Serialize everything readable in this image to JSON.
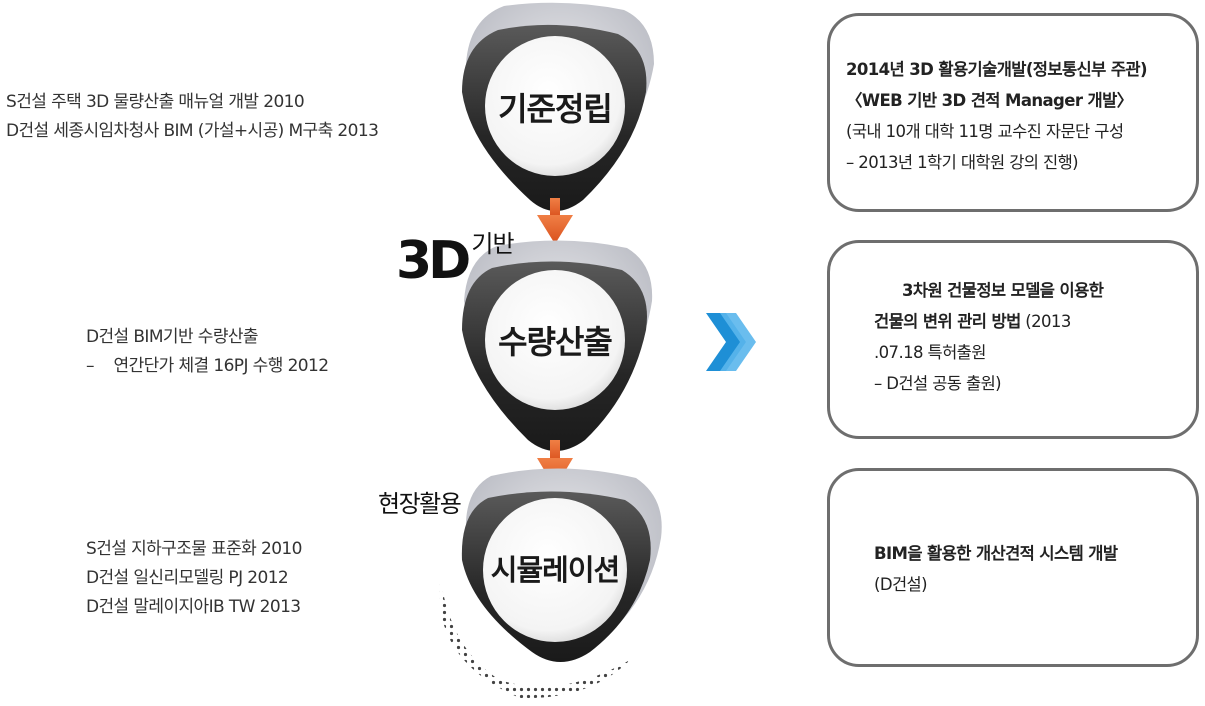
{
  "left_notes": {
    "stage1": [
      "S건설 주택 3D 물량산출 매뉴얼 개발 2010",
      "D건설 세종시임차청사 BIM (가설+시공) M구축 2013"
    ],
    "stage2": [
      "D건설 BIM기반 수량산출",
      "연간단가 체결 16PJ 수행 2012"
    ],
    "stage2_dash": "–",
    "stage3": [
      "S건설 지하구조물 표준화 2010",
      "D건설 일신리모델링 PJ 2012",
      "D건설 말레이지아IB TW 2013"
    ]
  },
  "stages": [
    {
      "label": "기준정립"
    },
    {
      "label": "수량산출"
    },
    {
      "label": "시뮬레이션"
    }
  ],
  "side_labels": {
    "label_3d_big": "3D",
    "label_3d_small": "기반",
    "field_use": "현장활용"
  },
  "boxes": {
    "box1": {
      "line1": "2014년 3D 활용기술개발(정보통신부 주관)",
      "line2": "〈WEB 기반 3D 견적 Manager 개발〉",
      "line3": "(국내 10개 대학 11명 교수진 자문단 구성",
      "line4": " – 2013년 1학기 대학원 강의 진행)"
    },
    "box2": {
      "line1": "3차원 건물정보 모델을 이용한",
      "line2_bold": "건물의 변위 관리 방법",
      "line2_rest": "  (2013",
      "line3": ".07.18 특허출원",
      "line4": " – D건설 공동 출원)"
    },
    "box3": {
      "line1": "BIM을 활용한 개산견적 시스템 개발",
      "line2": "(D건설)"
    }
  },
  "colors": {
    "arrow_orange": "#e8622a",
    "chevron_blue": "#1e8fd6",
    "stage_dark": "#2b2b2b",
    "box_border": "#6e6e6e"
  }
}
